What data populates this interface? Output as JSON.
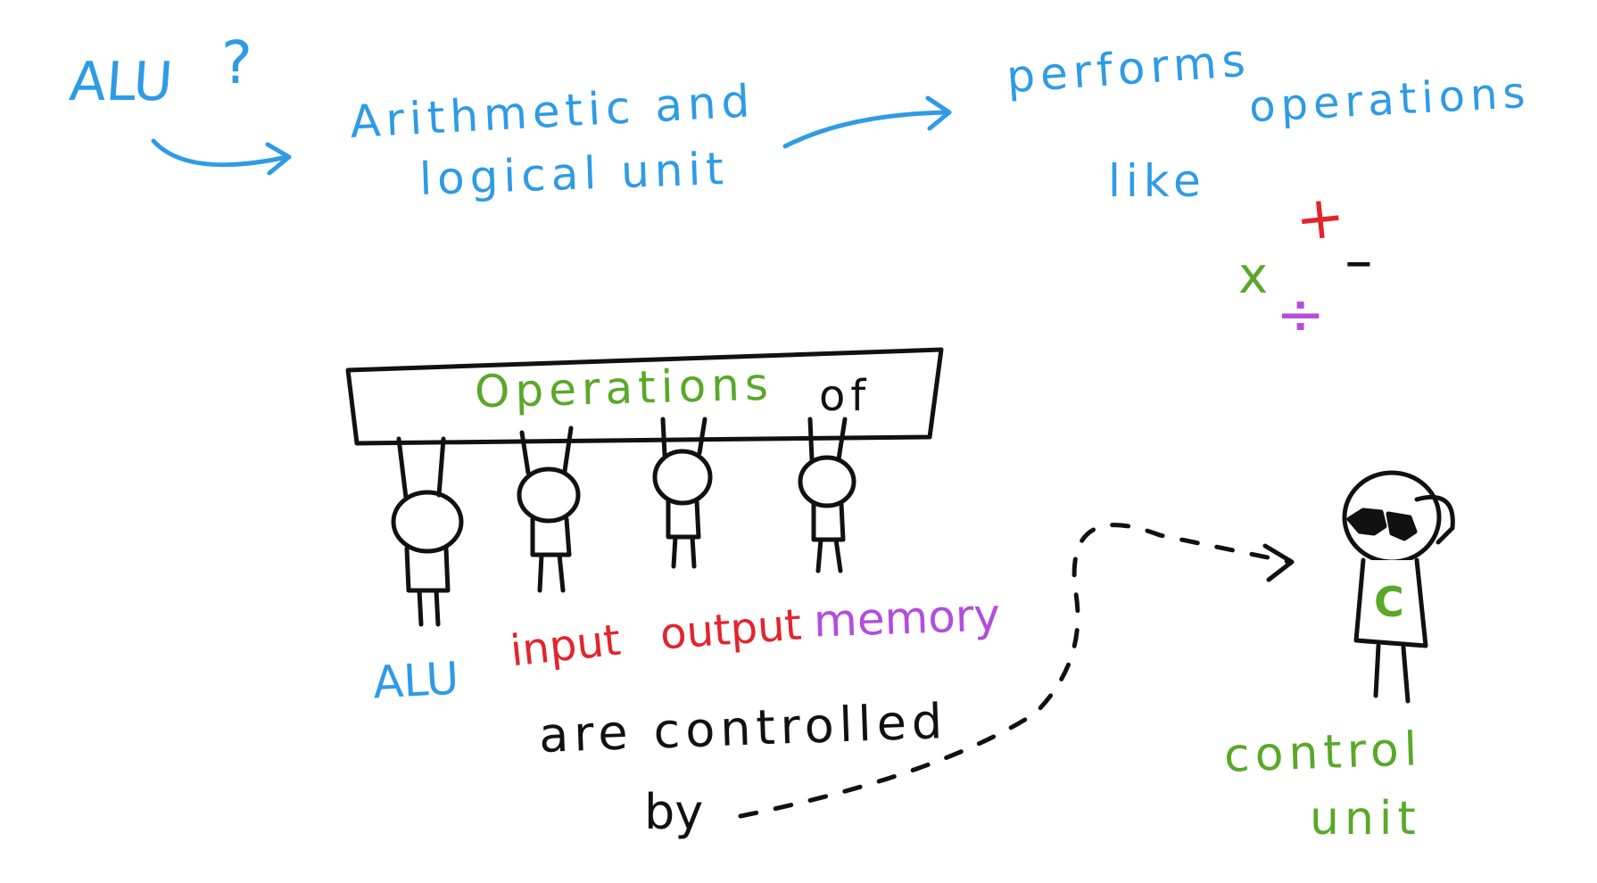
{
  "top": {
    "alu_question": "ALU",
    "question_mark": "?",
    "definition_line1": "Arithmetic and",
    "definition_line2": "logical unit",
    "performs": "performs",
    "operations": "operations",
    "like": "like",
    "ops": {
      "plus": "+",
      "minus": "−",
      "times": "x",
      "divide": "÷"
    }
  },
  "banner": {
    "operations_word": "Operations",
    "of_word": "of"
  },
  "components": {
    "alu": "ALU",
    "input": "input",
    "output": "output",
    "memory": "memory"
  },
  "controlled": {
    "line1": "are controlled",
    "by": "by"
  },
  "control_unit": {
    "shirt_letter": "C",
    "label_line1": "control",
    "label_line2": "unit"
  },
  "colors": {
    "blue": "#2e9be6",
    "red": "#e3242b",
    "green": "#5aa829",
    "purple": "#b34ddd",
    "black": "#111111"
  }
}
